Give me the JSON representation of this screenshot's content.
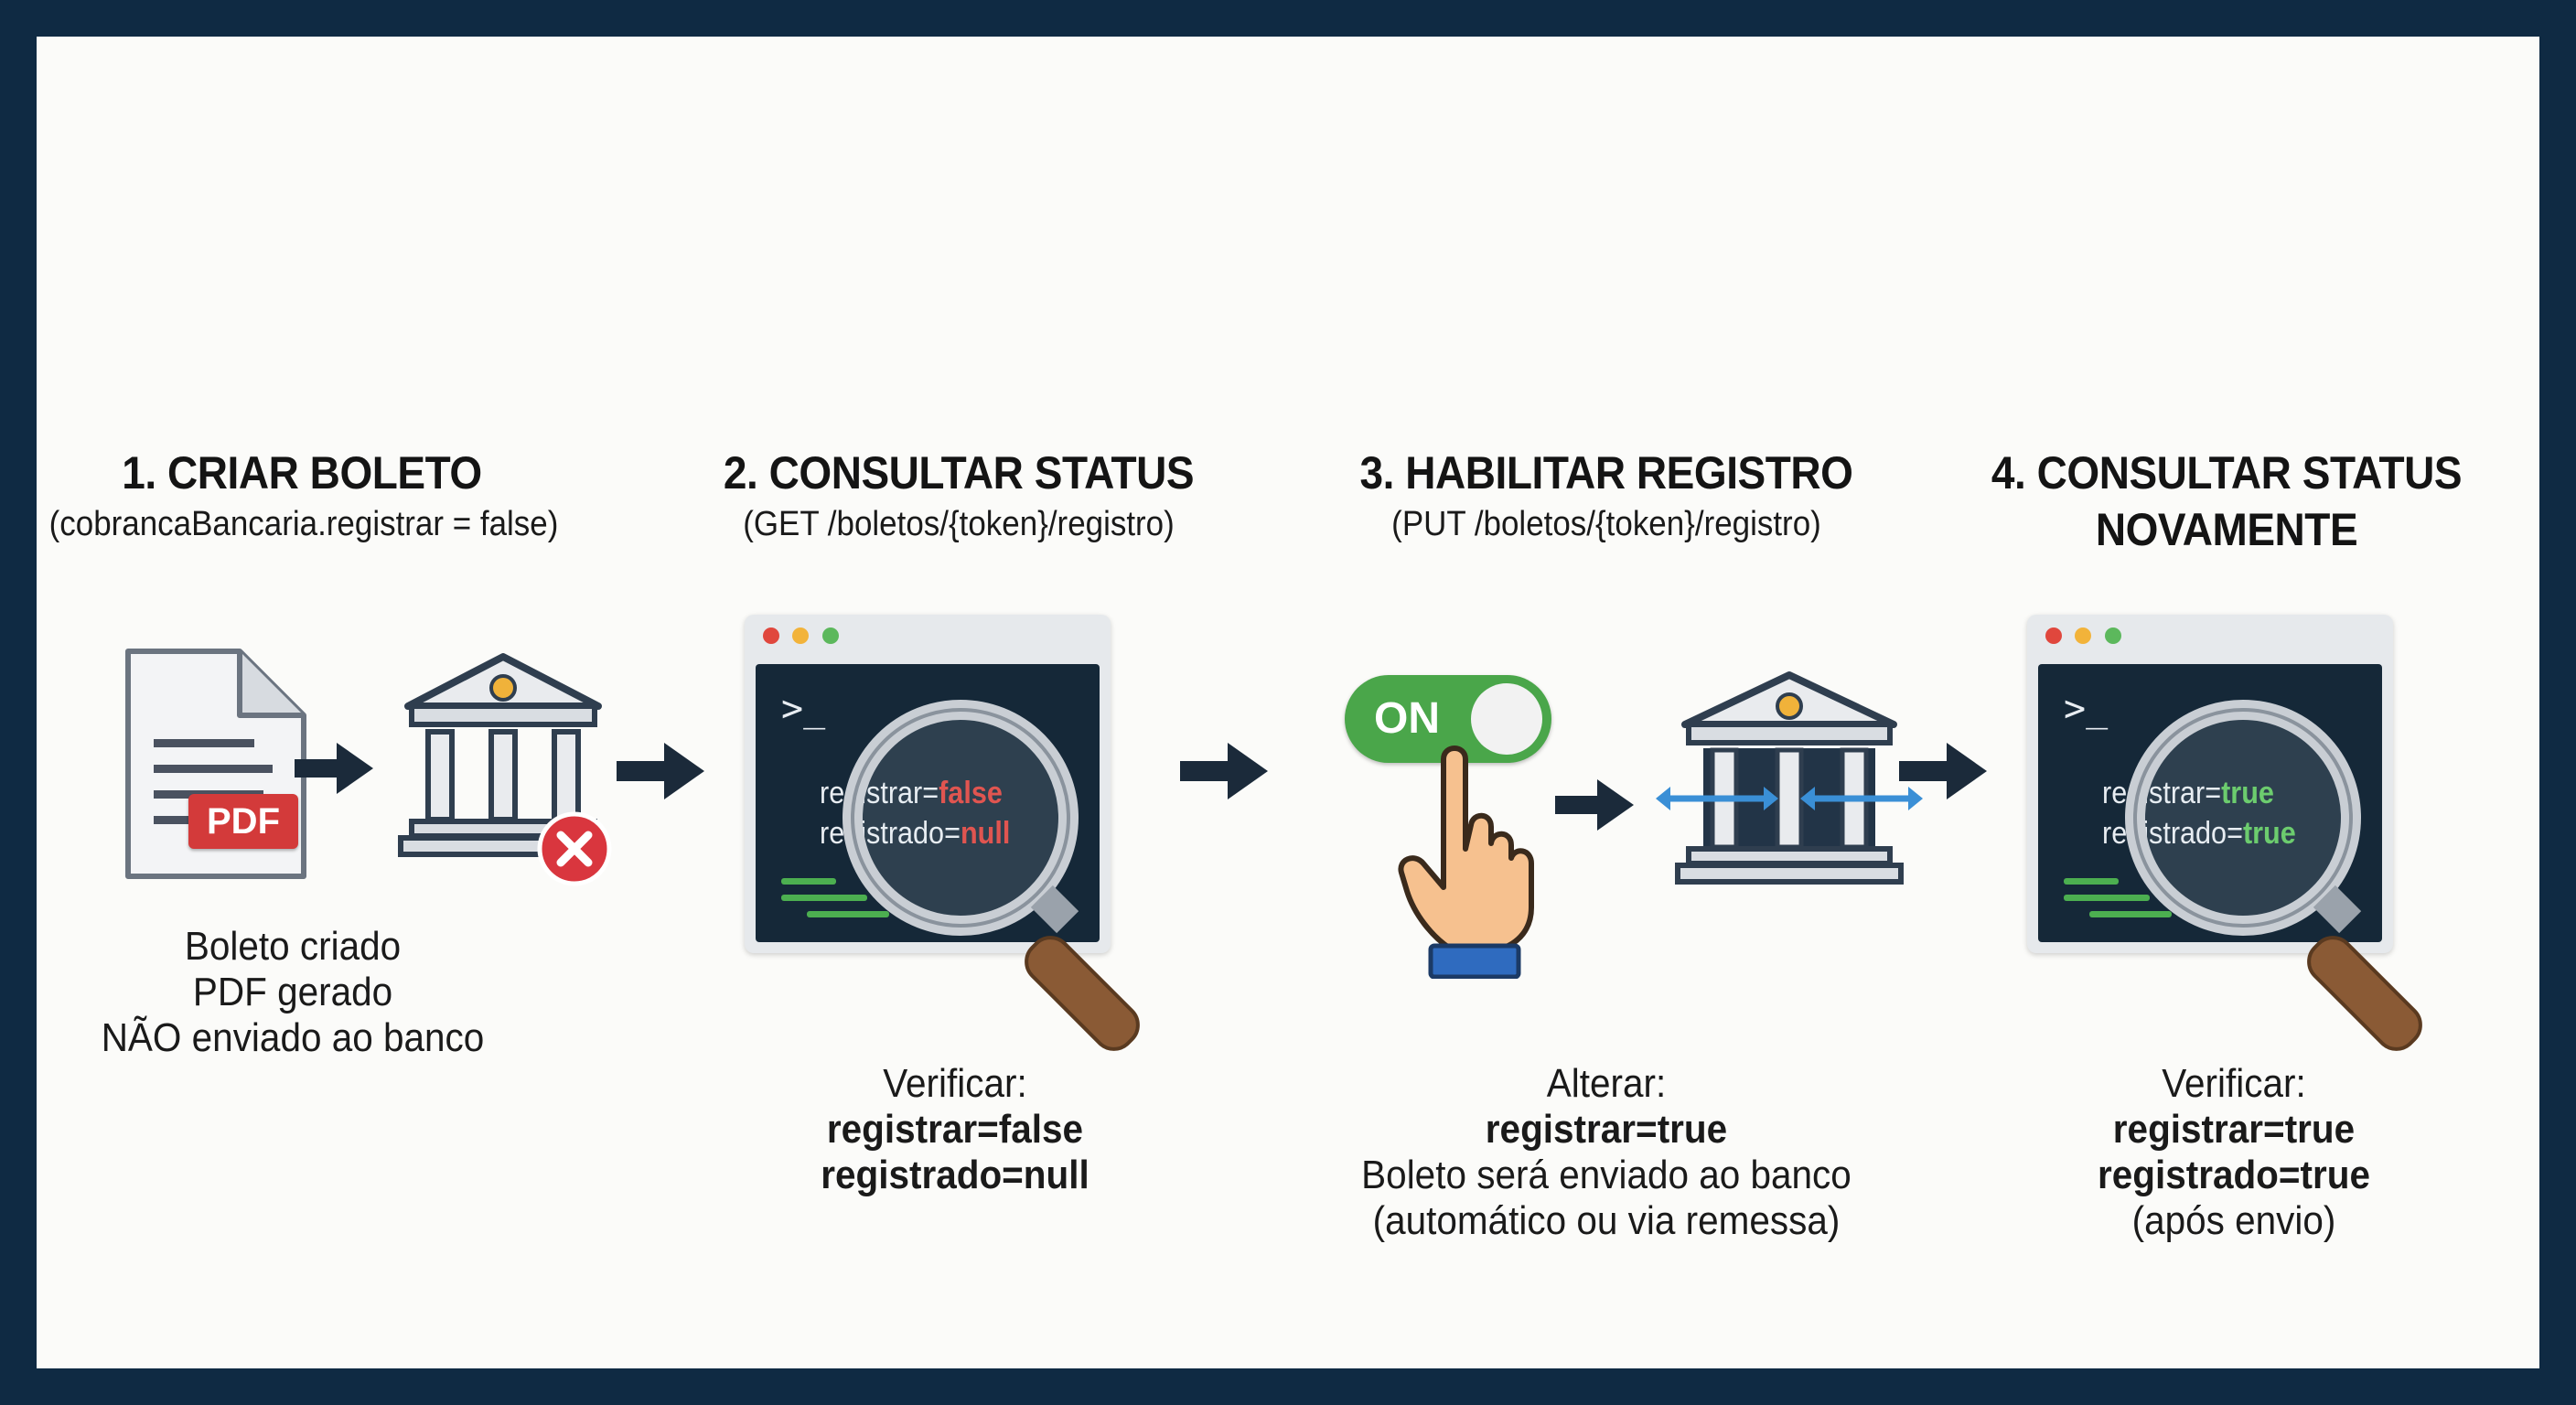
{
  "steps": [
    {
      "title": "1. CRIAR BOLETO",
      "subtitle": "(cobrancaBancaria.registrar = false)",
      "caption": [
        "Boleto criado",
        "PDF gerado",
        "NÃO enviado ao banco"
      ],
      "pdf_label": "PDF"
    },
    {
      "title": "2. CONSULTAR STATUS",
      "subtitle": "(GET /boletos/{token}/registro)",
      "terminal": {
        "prompt": ">_",
        "line1_key": "registrar=",
        "line1_val": "false",
        "line2_key": "registrado=",
        "line2_val": "null"
      },
      "caption_head": "Verificar:",
      "caption_bold": [
        "registrar=false",
        "registrado=null"
      ]
    },
    {
      "title": "3. HABILITAR REGISTRO",
      "subtitle": "(PUT /boletos/{token}/registro)",
      "toggle_label": "ON",
      "caption_head": "Alterar:",
      "caption_bold": [
        "registrar=true"
      ],
      "caption_tail": [
        "Boleto será enviado ao banco",
        "(automático ou via remessa)"
      ]
    },
    {
      "title_line1": "4. CONSULTAR STATUS",
      "title_line2": "NOVAMENTE",
      "terminal": {
        "prompt": ">_",
        "line1_key": "registrar=",
        "line1_val": "true",
        "line2_key": "registrado=",
        "line2_val": "true"
      },
      "caption_head": "Verificar:",
      "caption_bold": [
        "registrar=true",
        "registrado=true"
      ],
      "caption_tail": [
        "(após envio)"
      ]
    }
  ],
  "colors": {
    "false_red": "#e0403a",
    "true_green": "#5cc85c",
    "toggle_green": "#4aa64a",
    "error_red": "#d9363e",
    "frame_navy": "#0f2a43"
  }
}
